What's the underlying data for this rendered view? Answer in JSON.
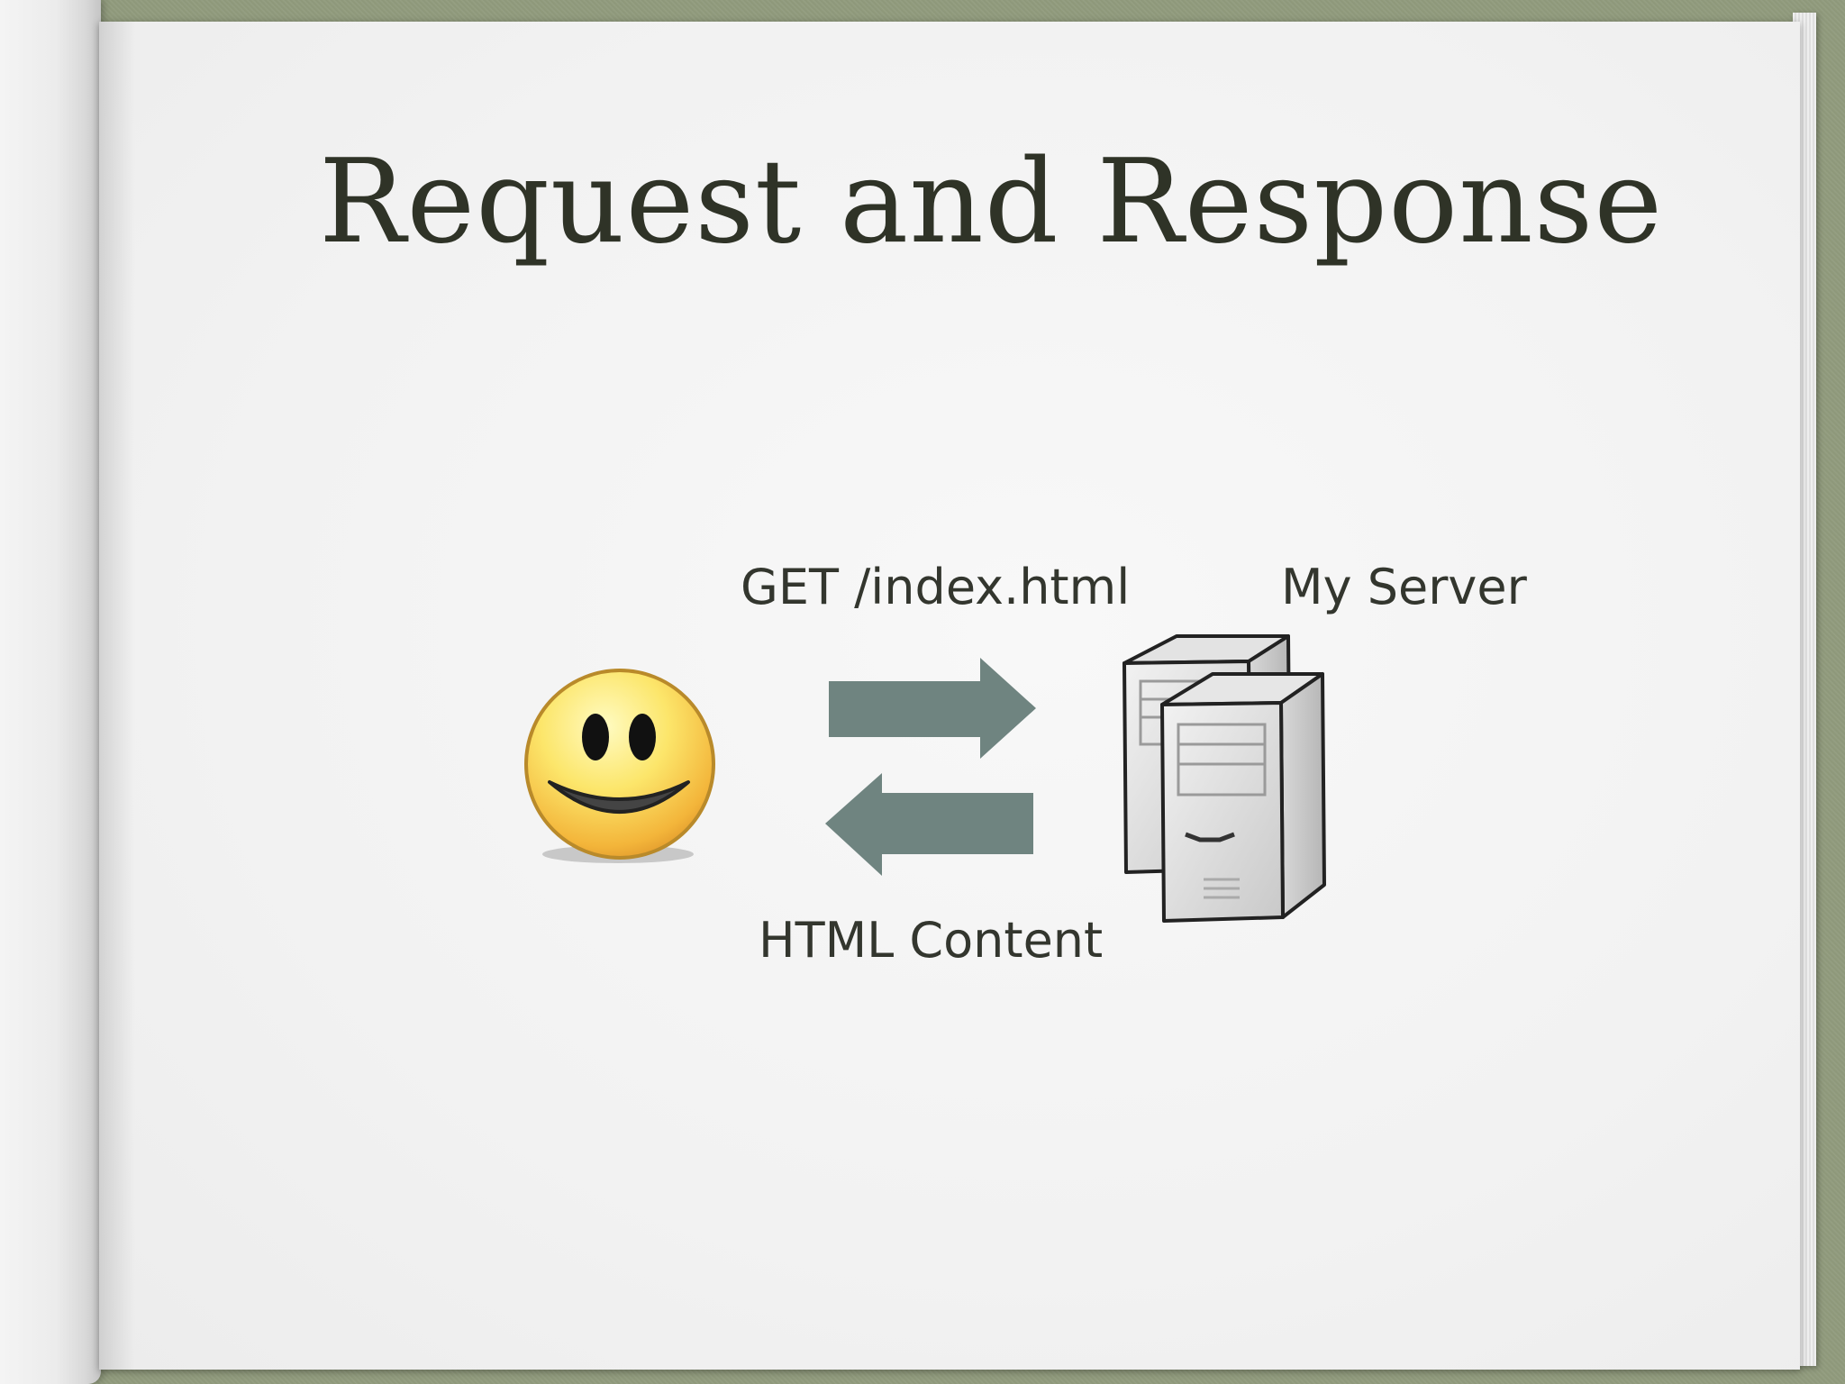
{
  "slide": {
    "title": "Request and Response"
  },
  "diagram": {
    "request_label": "GET /index.html",
    "server_label": "My Server",
    "response_label": "HTML Content",
    "client_icon": "smiley-face-icon",
    "server_icon": "server-icon",
    "request_arrow_icon": "arrow-right-icon",
    "response_arrow_icon": "arrow-left-icon",
    "arrow_color": "#6f8480"
  }
}
